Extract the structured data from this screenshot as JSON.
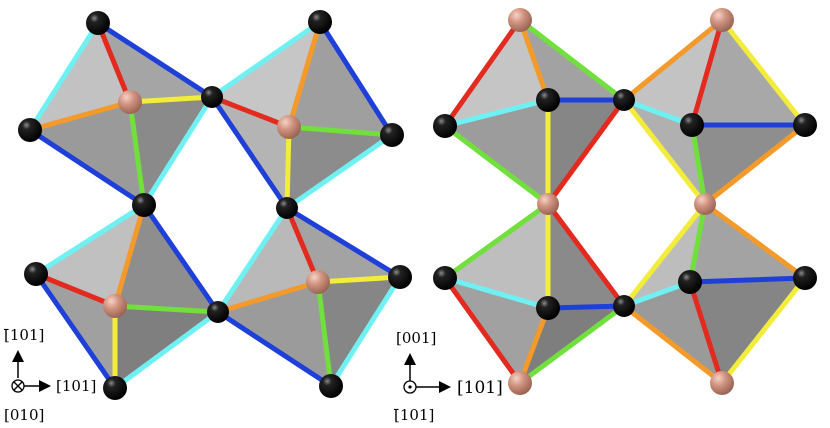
{
  "colors": {
    "background": "#ffffff",
    "face_light": "#c4c4c4",
    "face_mid": "#a9a9a9",
    "face_dark": "#8d8d8d",
    "anion": "#000000",
    "cation": "#c98b78",
    "bond_red": "#e32a1f",
    "bond_orange": "#f39a2a",
    "bond_yellow": "#f2ec3a",
    "bond_green": "#72e03c",
    "bond_cyan": "#6ff0f2",
    "bond_blue": "#1f3fd9",
    "axis": "#000000"
  },
  "left_panel": {
    "axes": {
      "up_label": "[̄101]",
      "right_label": "[101]",
      "out_label": "[010]",
      "out_symbol": "into-page-cross"
    }
  },
  "right_panel": {
    "axes": {
      "up_label": "[001]",
      "right_label": "[101]",
      "out_label": "[̄101]",
      "out_symbol": "out-of-page-dot"
    }
  }
}
